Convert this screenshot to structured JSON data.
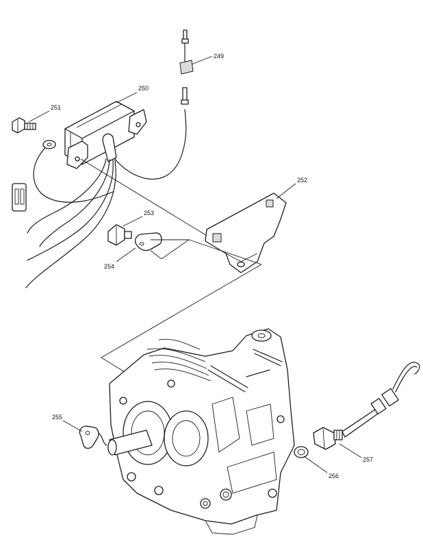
{
  "callouts": {
    "c249": "249",
    "c250": "250",
    "c251": "251",
    "c252": "252",
    "c253": "253",
    "c254": "254",
    "c255": "255",
    "c256": "256",
    "c257": "257"
  }
}
